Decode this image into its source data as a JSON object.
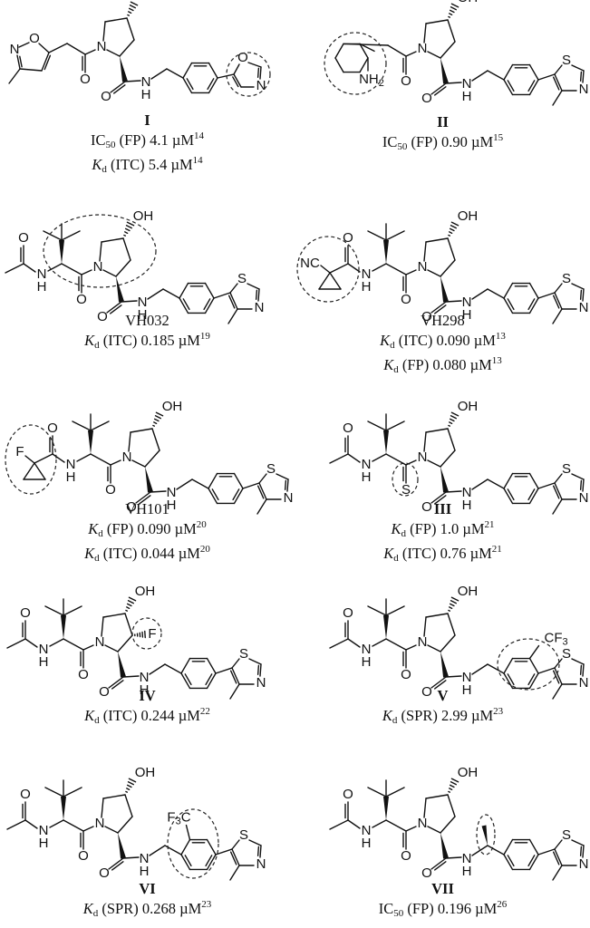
{
  "figure": {
    "description": "VHL ligand structures with binding affinities",
    "compounds": [
      {
        "id": "I",
        "label": "I",
        "label_bold": true,
        "highlight": "oxazole",
        "measurements": [
          {
            "metric": "IC",
            "metric_sub": "50",
            "method": "(FP)",
            "value": "4.1",
            "unit": "µM",
            "ref": "14"
          },
          {
            "metric": "K",
            "metric_sub": "d",
            "method": "(ITC)",
            "value": "5.4",
            "unit": "µM",
            "ref": "14"
          }
        ]
      },
      {
        "id": "II",
        "label": "II",
        "label_bold": true,
        "highlight": "3-amino-2-methylphenyl",
        "measurements": [
          {
            "metric": "IC",
            "metric_sub": "50",
            "method": "(FP)",
            "value": "0.90",
            "unit": "µM",
            "ref": "15"
          }
        ]
      },
      {
        "id": "VH032",
        "label": "VH032",
        "label_bold": false,
        "highlight": "tert-leucine-hydroxyproline core",
        "measurements": [
          {
            "metric": "K",
            "metric_sub": "d",
            "method": "(ITC)",
            "value": "0.185",
            "unit": "µM",
            "ref": "19"
          }
        ]
      },
      {
        "id": "VH298",
        "label": "VH298",
        "label_bold": false,
        "highlight": "1-cyanocyclopropanecarbonyl",
        "measurements": [
          {
            "metric": "K",
            "metric_sub": "d",
            "method": "(ITC)",
            "value": "0.090",
            "unit": "µM",
            "ref": "13"
          },
          {
            "metric": "K",
            "metric_sub": "d",
            "method": "(FP)",
            "value": "0.080",
            "unit": "µM",
            "ref": "13"
          }
        ]
      },
      {
        "id": "VH101",
        "label": "VH101",
        "label_bold": false,
        "highlight": "1-fluorocyclopropanecarbonyl",
        "measurements": [
          {
            "metric": "K",
            "metric_sub": "d",
            "method": "(FP)",
            "value": "0.090",
            "unit": "µM",
            "ref": "20"
          },
          {
            "metric": "K",
            "metric_sub": "d",
            "method": "(ITC)",
            "value": "0.044",
            "unit": "µM",
            "ref": "20"
          }
        ]
      },
      {
        "id": "III",
        "label": "III",
        "label_bold": true,
        "highlight": "thioamide",
        "measurements": [
          {
            "metric": "K",
            "metric_sub": "d",
            "method": "(FP)",
            "value": "1.0",
            "unit": "µM",
            "ref": "21"
          },
          {
            "metric": "K",
            "metric_sub": "d",
            "method": "(ITC)",
            "value": "0.76",
            "unit": "µM",
            "ref": "21"
          }
        ]
      },
      {
        "id": "IV",
        "label": "IV",
        "label_bold": true,
        "highlight": "3-fluoro hydroxyproline",
        "measurements": [
          {
            "metric": "K",
            "metric_sub": "d",
            "method": "(ITC)",
            "value": "0.244",
            "unit": "µM",
            "ref": "22"
          }
        ]
      },
      {
        "id": "V",
        "label": "V",
        "label_bold": true,
        "highlight": "ortho-CF3 benzyl (near thiazole)",
        "measurements": [
          {
            "metric": "K",
            "metric_sub": "d",
            "method": "(SPR)",
            "value": "2.99",
            "unit": "µM",
            "ref": "23"
          }
        ]
      },
      {
        "id": "VI",
        "label": "VI",
        "label_bold": true,
        "highlight": "ortho-CF3 benzyl (near amide)",
        "measurements": [
          {
            "metric": "K",
            "metric_sub": "d",
            "method": "(SPR)",
            "value": "0.268",
            "unit": "µM",
            "ref": "23"
          }
        ]
      },
      {
        "id": "VII",
        "label": "VII",
        "label_bold": true,
        "highlight": "benzylic methyl",
        "measurements": [
          {
            "metric": "IC",
            "metric_sub": "50",
            "method": "(FP)",
            "value": "0.196",
            "unit": "µM",
            "ref": "26"
          }
        ]
      }
    ],
    "atom_labels": {
      "oh": "OH",
      "n": "N",
      "o": "O",
      "h": "H",
      "s": "S",
      "f": "F",
      "nc": "NC",
      "nh2": "NH",
      "nh2_sub": "2",
      "cf3": "CF",
      "cf3_sub": "3",
      "f3c_pre": "F",
      "f3c_sub": "3",
      "f3c_post": "C"
    }
  }
}
